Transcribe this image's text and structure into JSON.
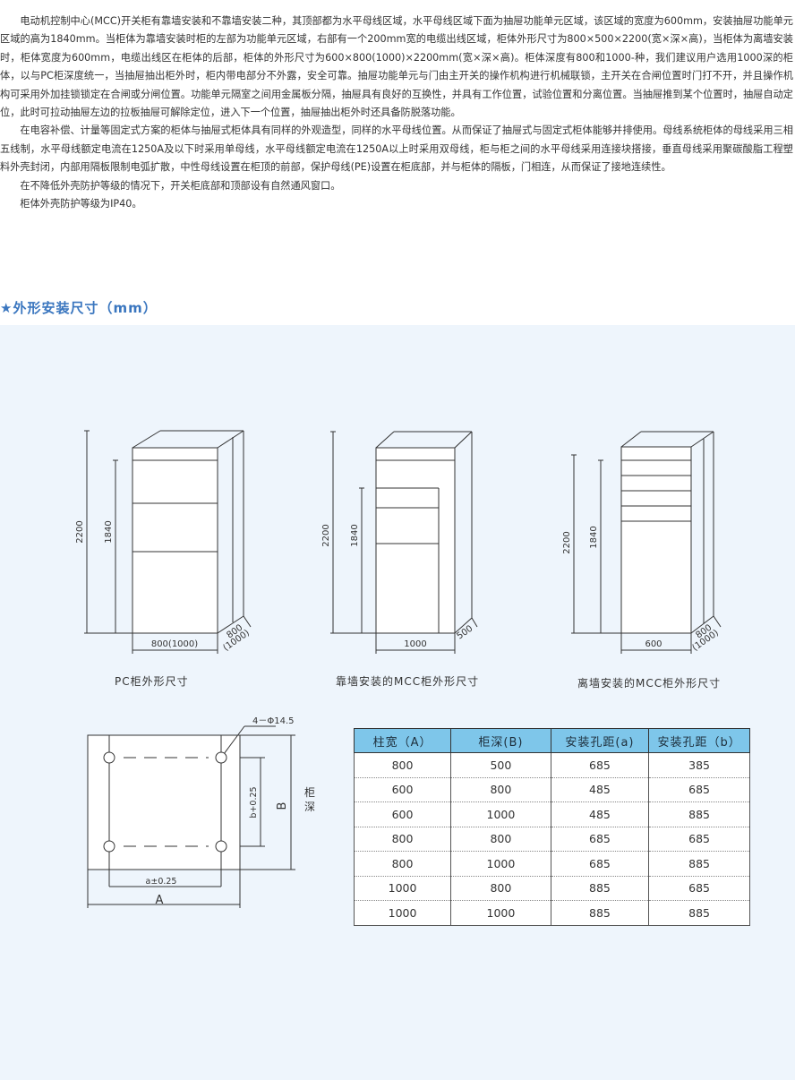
{
  "intro": {
    "paragraphs": [
      "电动机控制中心(MCC)开关柜有靠墙安装和不靠墙安装二种，其顶部都为水平母线区域，水平母线区域下面为抽屉功能单元区域，该区域的宽度为600mm，安装抽屉功能单元区域的高为1840mm。当柜体为靠墙安装时柜的左部为功能单元区域，右部有一个200mm宽的电缆出线区域，柜体外形尺寸为800×500×2200(宽×深×高)，当柜体为离墙安装时，柜体宽度为600mm，电缆出线区在柜体的后部，柜体的外形尺寸为600×800(1000)×2200mm(宽×深×高)。柜体深度有800和1000-种，我们建议用户选用1000深的柜体，以与PC柜深度统一，当抽屉抽出柜外时，柜内带电部分不外露，安全可靠。抽屉功能单元与门由主开关的操作机构进行机械联锁，主开关在合闸位置时门打不开，并且操作机构可采用外加挂锁锁定在合闸或分闸位置。功能单元隔室之间用金属板分隔，抽屉具有良好的互换性，并具有工作位置，试验位置和分离位置。当抽屉推到某个位置时，抽屉自动定位，此时可拉动抽屉左边的拉板抽屉可解除定位，进入下一个位置，抽屉抽出柜外时还具备防脱落功能。",
      "在电容补偿、计量等固定式方案的柜体与抽屉式柜体具有同样的外观造型，同样的水平母线位置。从而保证了抽屉式与固定式柜体能够并排使用。母线系统柜体的母线采用三相五线制，水平母线额定电流在1250A及以下时采用单母线，水平母线额定电流在1250A以上时采用双母线，柜与柜之间的水平母线采用连接块搭接，垂直母线采用聚碳酸脂工程塑料外壳封闭，内部用隔板限制电弧扩散，中性母线设置在柜顶的前部，保护母线(PE)设置在柜底部，并与柜体的隔板，门相连，从而保证了接地连续性。",
      "在不降低外壳防护等级的情况下，开关柜底部和顶部设有自然通风窗口。",
      "柜体外壳防护等级为IP40。"
    ]
  },
  "section": {
    "star": "★",
    "title": "外形安装尺寸（mm）"
  },
  "cabinets": {
    "pc": {
      "height_label": "2200",
      "inner_label": "1840",
      "width_label": "800(1000)",
      "depth_label": "800",
      "depth_alt_label": "(1000)",
      "caption": "PC柜外形尺寸"
    },
    "mcc_wall": {
      "height_label": "2200",
      "inner_label": "1840",
      "width_label": "1000",
      "depth_label": "500",
      "caption": "靠墙安装的MCC柜外形尺寸"
    },
    "mcc_free": {
      "height_label": "2200",
      "inner_label": "1840",
      "width_label": "600",
      "depth_label": "800",
      "depth_alt_label": "(1000)",
      "caption": "离墙安装的MCC柜外形尺寸"
    }
  },
  "mounting": {
    "hole_label": "4－Φ14.5",
    "a_tol_label": "a±0.25",
    "b_tol_label": "b+0.25",
    "a_label": "A",
    "b_label": "B",
    "depth_vertical": [
      "柜",
      "深"
    ]
  },
  "table": {
    "headers": [
      "柱宽（A）",
      "柜深(B)",
      "安装孔距(a)",
      "安装孔距（b）"
    ],
    "rows": [
      [
        "800",
        "500",
        "685",
        "385"
      ],
      [
        "600",
        "800",
        "485",
        "685"
      ],
      [
        "600",
        "1000",
        "485",
        "885"
      ],
      [
        "800",
        "800",
        "685",
        "685"
      ],
      [
        "800",
        "1000",
        "685",
        "885"
      ],
      [
        "1000",
        "800",
        "885",
        "685"
      ],
      [
        "1000",
        "1000",
        "885",
        "885"
      ]
    ]
  }
}
